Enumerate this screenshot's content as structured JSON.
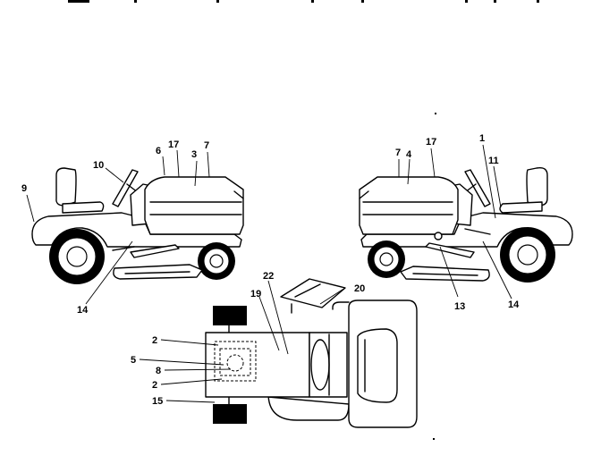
{
  "labels": {
    "left": {
      "n9": "9",
      "n10": "10",
      "n6": "6",
      "n17": "17",
      "n3": "3",
      "n7": "7",
      "n14": "14"
    },
    "right": {
      "n7": "7",
      "n4": "4",
      "n17": "17",
      "n1": "1",
      "n11": "11",
      "n13": "13",
      "n14": "14"
    },
    "top": {
      "n22": "22",
      "n19": "19",
      "n20": "20",
      "n2a": "2",
      "n5": "5",
      "n8": "8",
      "n2b": "2",
      "n15": "15"
    }
  }
}
